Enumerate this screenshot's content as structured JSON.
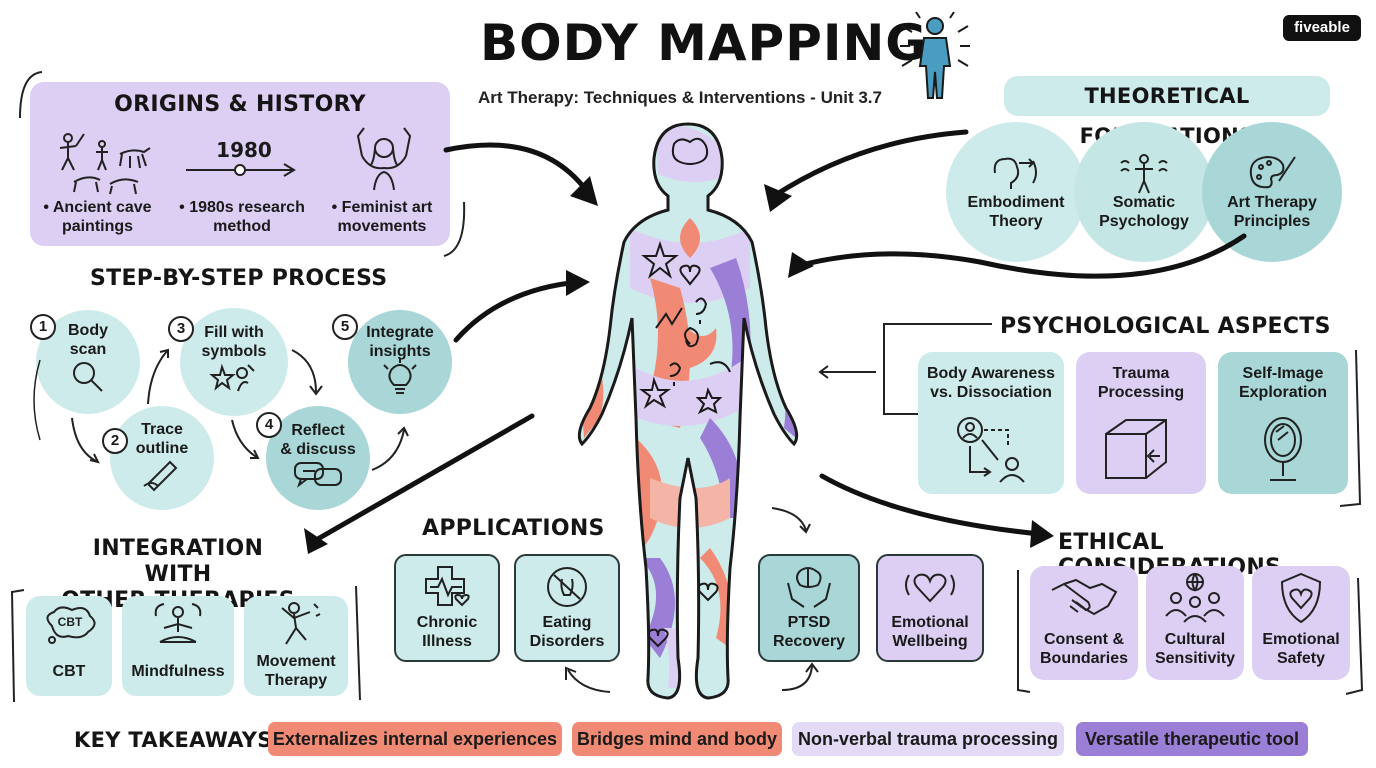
{
  "header": {
    "title": "BODY MAPPING",
    "subtitle": "Art Therapy: Techniques & Interventions - Unit 3.7",
    "brand": "fiveable"
  },
  "origins": {
    "heading": "ORIGINS & HISTORY",
    "year": "1980",
    "items": [
      "• Ancient cave\npaintings",
      "• 1980s research\nmethod",
      "• Feminist art\nmovements"
    ]
  },
  "theory": {
    "heading": "THEORETICAL FOUNDATIONS",
    "items": [
      "Embodiment\nTheory",
      "Somatic\nPsychology",
      "Art Therapy\nPrinciples"
    ]
  },
  "process": {
    "heading": "STEP-BY-STEP PROCESS",
    "steps": [
      {
        "num": "1",
        "label": "Body\nscan"
      },
      {
        "num": "2",
        "label": "Trace\noutline"
      },
      {
        "num": "3",
        "label": "Fill with\nsymbols"
      },
      {
        "num": "4",
        "label": "Reflect\n& discuss"
      },
      {
        "num": "5",
        "label": "Integrate\ninsights"
      }
    ]
  },
  "psych": {
    "heading": "PSYCHOLOGICAL ASPECTS",
    "items": [
      "Body Awareness\nvs. Dissociation",
      "Trauma\nProcessing",
      "Self-Image\nExploration"
    ]
  },
  "integration": {
    "heading": "INTEGRATION WITH\nOTHER THERAPIES",
    "cbt_bubble": "CBT",
    "items": [
      "CBT",
      "Mindfulness",
      "Movement\nTherapy"
    ]
  },
  "applications": {
    "heading": "APPLICATIONS",
    "items": [
      "Chronic\nIllness",
      "Eating\nDisorders",
      "PTSD\nRecovery",
      "Emotional\nWellbeing"
    ]
  },
  "ethics": {
    "heading": "ETHICAL CONSIDERATIONS",
    "items": [
      "Consent &\nBoundaries",
      "Cultural\nSensitivity",
      "Emotional\nSafety"
    ]
  },
  "takeaways": {
    "heading": "KEY TAKEAWAYS:",
    "items": [
      "Externalizes internal experiences",
      "Bridges mind and body",
      "Non-verbal trauma processing",
      "Versatile therapeutic tool"
    ]
  },
  "colors": {
    "coral": "#f08a74",
    "lavender": "#dccff3",
    "purple": "#9b7ed6",
    "mint": "#cdebea",
    "teal": "#a9d6d6"
  }
}
